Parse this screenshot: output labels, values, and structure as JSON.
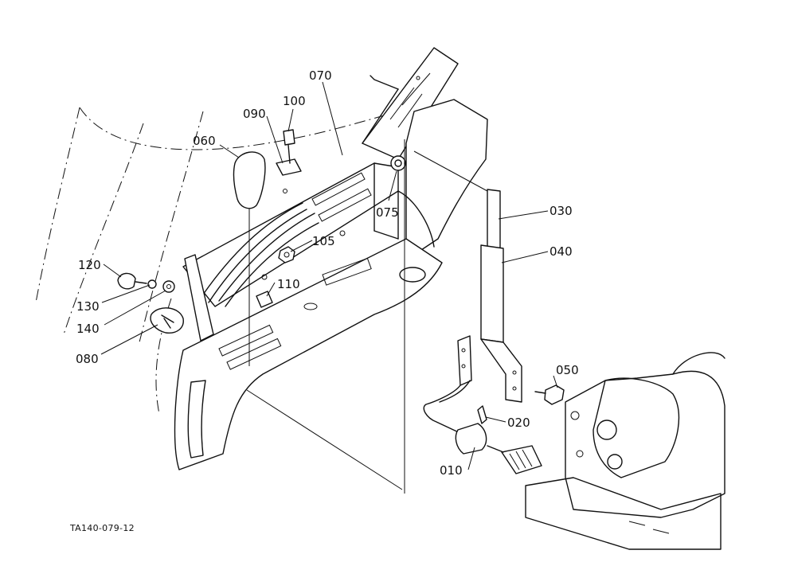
{
  "figure_id": "TA140-079-12",
  "callouts": [
    {
      "key": "c010",
      "label": "010"
    },
    {
      "key": "c020",
      "label": "020"
    },
    {
      "key": "c030",
      "label": "030"
    },
    {
      "key": "c040",
      "label": "040"
    },
    {
      "key": "c050",
      "label": "050"
    },
    {
      "key": "c060",
      "label": "060"
    },
    {
      "key": "c070",
      "label": "070"
    },
    {
      "key": "c075",
      "label": "075"
    },
    {
      "key": "c080",
      "label": "080"
    },
    {
      "key": "c090",
      "label": "090"
    },
    {
      "key": "c100",
      "label": "100"
    },
    {
      "key": "c105",
      "label": "105"
    },
    {
      "key": "c110",
      "label": "110"
    },
    {
      "key": "c120",
      "label": "120"
    },
    {
      "key": "c130",
      "label": "130"
    },
    {
      "key": "c140",
      "label": "140"
    }
  ]
}
